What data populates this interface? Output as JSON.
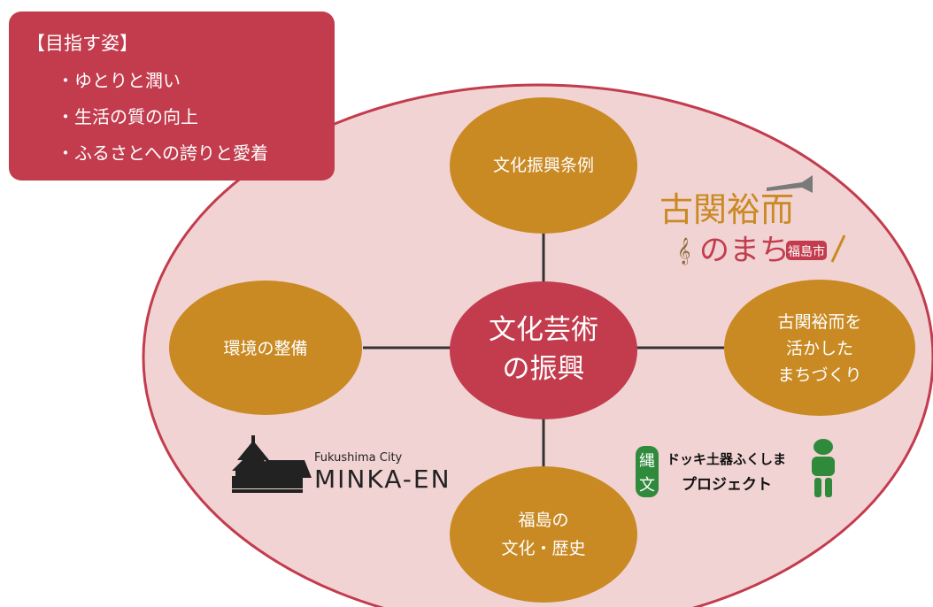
{
  "goal": {
    "title": "【目指す姿】",
    "items": [
      "・ゆとりと潤い",
      "・生活の質の向上",
      "・ふるさとへの誇りと愛着"
    ]
  },
  "center": {
    "lines": [
      "文化芸術",
      "の振興"
    ]
  },
  "nodes": {
    "top": {
      "lines": [
        "文化振興条例"
      ]
    },
    "left": {
      "lines": [
        "環境の整備"
      ]
    },
    "right": {
      "lines": [
        "古関裕而を",
        "活かした",
        "まちづくり"
      ]
    },
    "bottom": {
      "lines": [
        "福島の",
        "文化・歴史"
      ]
    }
  },
  "logos": {
    "koseki": {
      "main": "古関裕而",
      "sub": "のまち",
      "badge": "福島市"
    },
    "minkaen": {
      "sub": "Fukushima City",
      "main": "MINKA-EN"
    },
    "dokki": {
      "badge_top": "縄",
      "badge_bottom": "文",
      "line1": "ドッキ土器ふくしま",
      "line2": "プロジェクト"
    }
  },
  "colors": {
    "background_ellipse": "#f2d3d3",
    "ellipse_stroke": "#c23c4d",
    "goal_box": "#c23c4d",
    "center_fill": "#c23c4d",
    "node_fill": "#c98a24",
    "connector": "#333333",
    "dokki_green": "#2f8a3c"
  }
}
